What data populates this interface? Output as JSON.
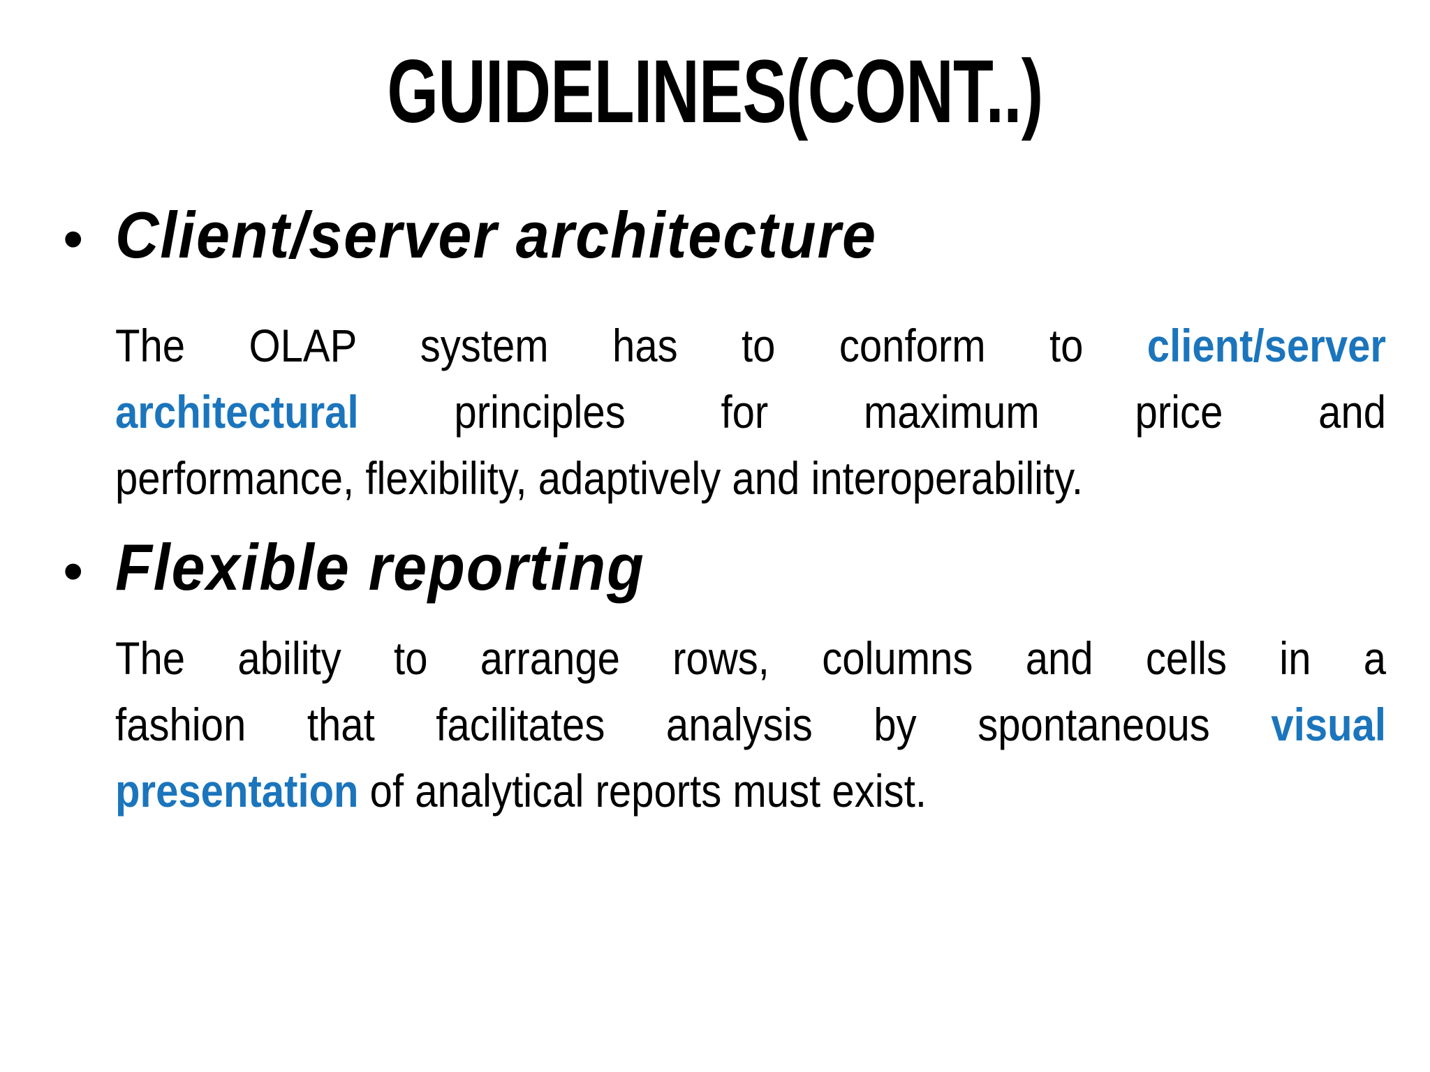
{
  "slide": {
    "title": "GUIDELINES(CONT..)",
    "bullet_glyph": "•",
    "colors": {
      "background": "#FFFFFF",
      "text": "#000000",
      "accent_blue": "#1B75BC"
    },
    "bullets": [
      {
        "heading": "Client/server architecture",
        "body_lines": [
          {
            "segments": [
              {
                "text": "The OLAP system has to conform to ",
                "style": "normal"
              },
              {
                "text": "client/server",
                "style": "accent"
              }
            ]
          },
          {
            "segments": [
              {
                "text": "architectural",
                "style": "accent"
              },
              {
                "text": " principles for maximum price and",
                "style": "normal"
              }
            ]
          },
          {
            "segments": [
              {
                "text": "performance, flexibility, adaptively and interoperability.",
                "style": "normal"
              }
            ]
          }
        ]
      },
      {
        "heading": "Flexible reporting",
        "body_lines": [
          {
            "segments": [
              {
                "text": "The ability to arrange rows, columns and cells in a",
                "style": "normal"
              }
            ]
          },
          {
            "segments": [
              {
                "text": "fashion that facilitates analysis by spontaneous ",
                "style": "normal"
              },
              {
                "text": "visual",
                "style": "accent"
              }
            ]
          },
          {
            "segments": [
              {
                "text": "presentation",
                "style": "accent"
              },
              {
                "text": " of analytical reports must exist.",
                "style": "normal"
              }
            ]
          }
        ]
      }
    ]
  }
}
